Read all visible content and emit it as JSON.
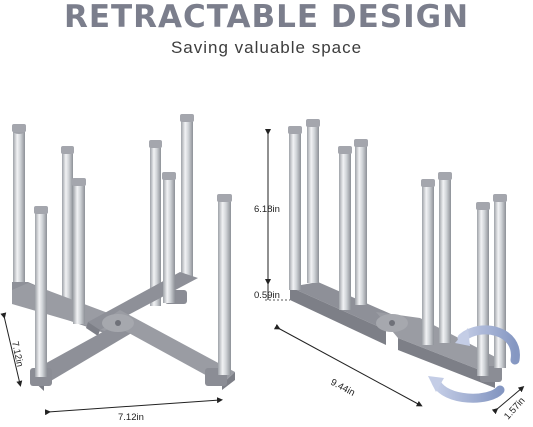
{
  "header": {
    "title": "RETRACTABLE DESIGN",
    "subtitle": "Saving valuable space"
  },
  "dimensions": {
    "left_width": "7.12in",
    "left_depth": "7.12in",
    "right_height": "6.18in",
    "right_base": "0.59in",
    "right_length": "9.44in",
    "right_width": "1.57in"
  },
  "colors": {
    "title": "#7b7e8c",
    "base": "#8e9098",
    "pole": "#c9ccd1",
    "cap": "#9a9ca3",
    "arrow": "#8ea0c8"
  }
}
